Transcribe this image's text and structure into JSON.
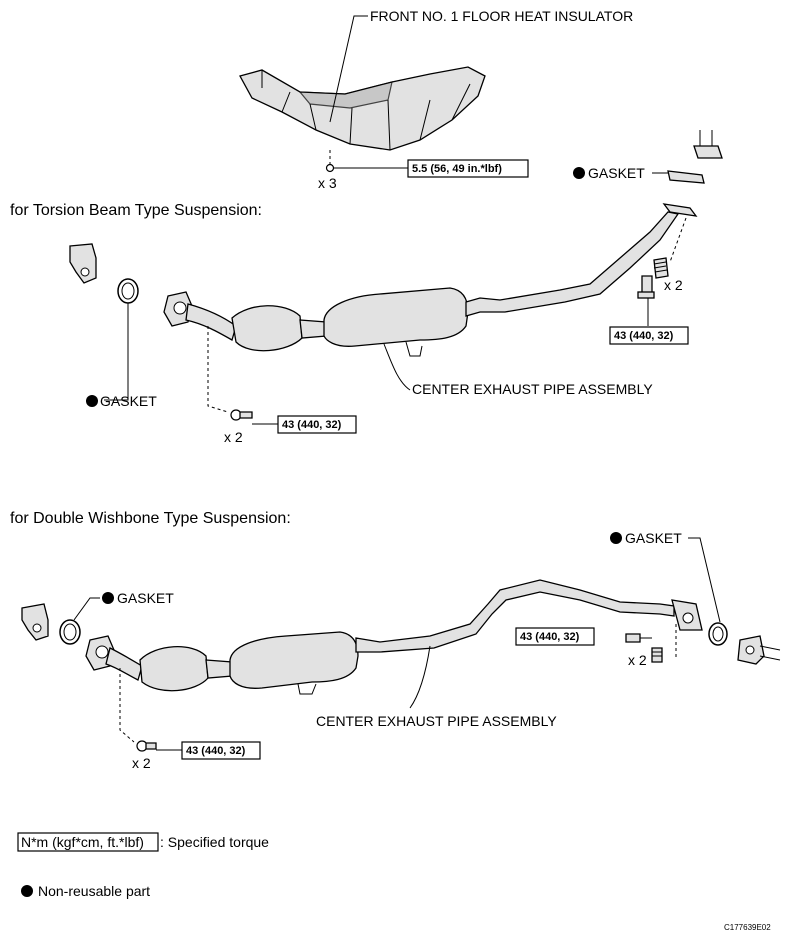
{
  "labels": {
    "heat_insulator": "FRONT NO. 1 FLOOR HEAT INSULATOR",
    "torsion_title": "for Torsion Beam Type Suspension:",
    "wishbone_title": "for Double Wishbone Type Suspension:",
    "center_pipe_a": "CENTER EXHAUST PIPE ASSEMBLY",
    "center_pipe_b": "CENTER EXHAUST PIPE ASSEMBLY",
    "gasket_top": "GASKET",
    "gasket_torsion_left": "GASKET",
    "gasket_wishbone_left": "GASKET",
    "gasket_wishbone_right": "GASKET",
    "qty_x3": "x 3",
    "qty_x2_a": "x 2",
    "qty_x2_b": "x 2",
    "qty_x2_c": "x 2",
    "qty_x2_d": "x 2"
  },
  "torques": {
    "insulator": "5.5 (56, 49 in.*lbf)",
    "torsion_right": "43 (440, 32)",
    "torsion_left": "43 (440, 32)",
    "wishbone_right": "43 (440, 32)",
    "wishbone_left": "43 (440, 32)"
  },
  "legend": {
    "torque_unit": "N*m (kgf*cm, ft.*lbf)",
    "torque_desc": ": Specified torque",
    "nonreusable": "Non-reusable part"
  },
  "figure_ref": "C177639E02"
}
